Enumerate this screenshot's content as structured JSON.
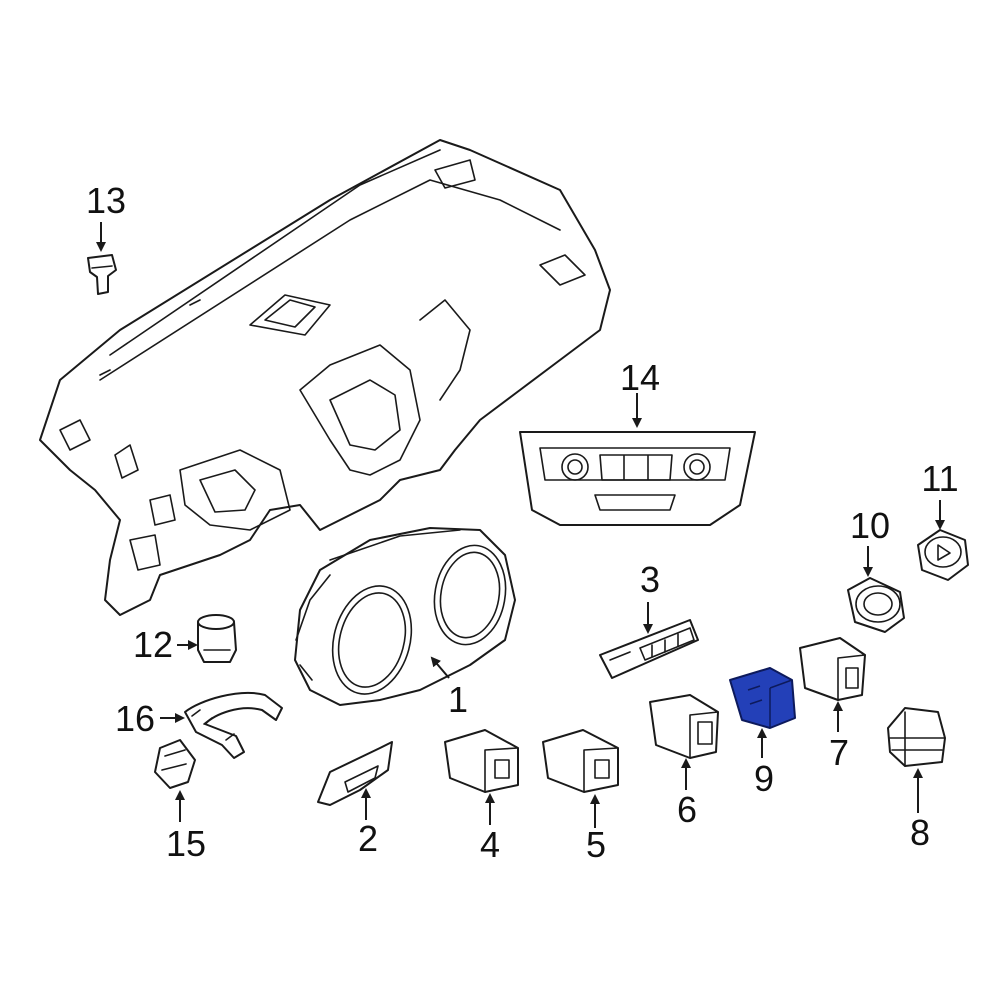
{
  "callouts": [
    {
      "id": "1",
      "label": "1"
    },
    {
      "id": "2",
      "label": "2"
    },
    {
      "id": "3",
      "label": "3"
    },
    {
      "id": "4",
      "label": "4"
    },
    {
      "id": "5",
      "label": "5"
    },
    {
      "id": "6",
      "label": "6"
    },
    {
      "id": "7",
      "label": "7"
    },
    {
      "id": "8",
      "label": "8"
    },
    {
      "id": "9",
      "label": "9"
    },
    {
      "id": "10",
      "label": "10"
    },
    {
      "id": "11",
      "label": "11"
    },
    {
      "id": "12",
      "label": "12"
    },
    {
      "id": "13",
      "label": "13"
    },
    {
      "id": "14",
      "label": "14"
    },
    {
      "id": "15",
      "label": "15"
    },
    {
      "id": "16",
      "label": "16"
    }
  ],
  "highlighted_part": "9",
  "colors": {
    "highlight": "#2340b8",
    "line": "#1a1a1a",
    "background": "#ffffff"
  }
}
